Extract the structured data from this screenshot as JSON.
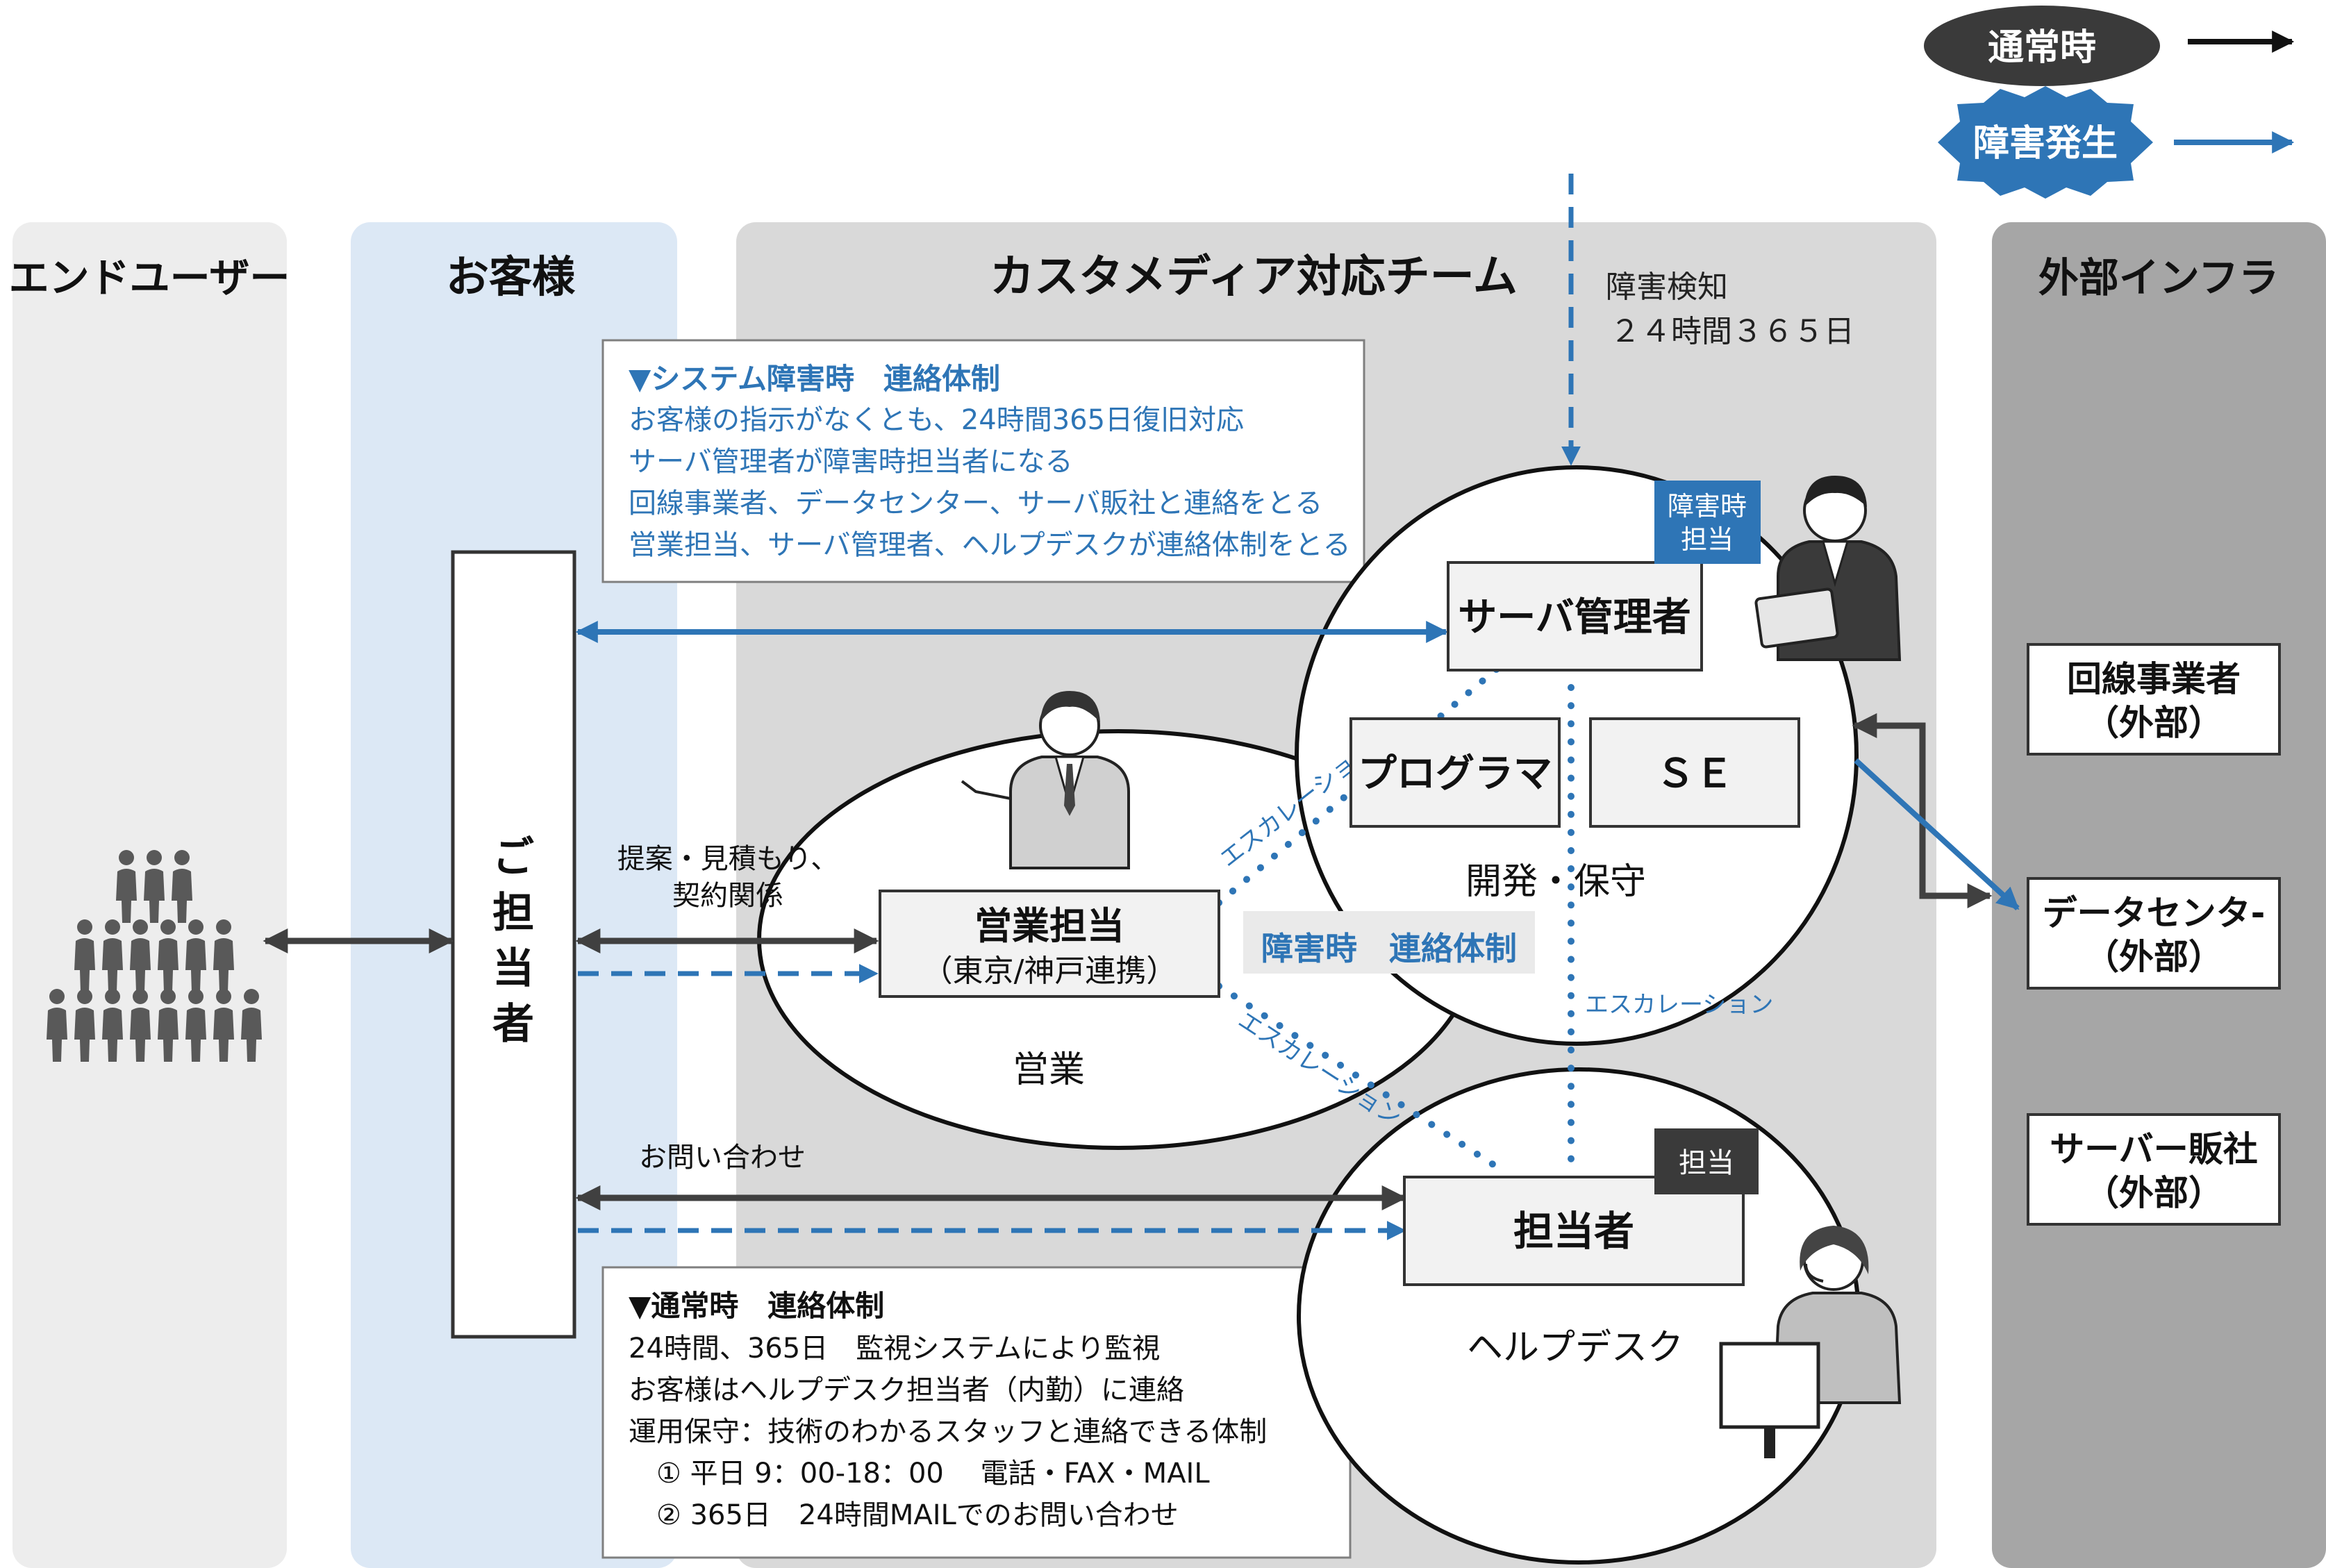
{
  "legend": {
    "normal": "通常時",
    "failure": "障害発生",
    "normal_color": "#111111",
    "failure_color": "#2e75b6"
  },
  "columns": {
    "end_user": "エンドユーザー",
    "customer": "お客様",
    "team": "カスタメディア対応チーム",
    "external": "外部インフラ"
  },
  "detection": {
    "line1": "障害検知",
    "line2": "２４時間３６５日"
  },
  "failure_box": {
    "title": "▼システム障害時　連絡体制",
    "lines": [
      "お客様の指示がなくとも、24時間365日復旧対応",
      "サーバ管理者が障害時担当者になる",
      "回線事業者、データセンター、サーバ販社と連絡をとる",
      "営業担当、サーバ管理者、ヘルプデスクが連絡体制をとる"
    ]
  },
  "normal_box": {
    "title": "▼通常時　連絡体制",
    "lines": [
      "24時間、365日　監視システムにより監視",
      "お客様はヘルプデスク担当者（内勤）に連絡",
      "運用保守：技術のわかるスタッフと連絡できる体制",
      "　① 平日 9：00-18：00　 電話・FAX・MAIL",
      "　② 365日　24時間MAILでのお問い合わせ"
    ]
  },
  "customer_contact": [
    "ご",
    "担",
    "当",
    "者"
  ],
  "sales": {
    "box_title": "営業担当",
    "box_sub": "（東京/神戸連携）",
    "circle_label": "営業",
    "relation_line1": "提案・見積もり、",
    "relation_line2": "契約関係"
  },
  "dev": {
    "admin": "サーバ管理者",
    "badge_line1": "障害時",
    "badge_line2": "担当",
    "programmer": "プログラマ",
    "se": "ＳＥ",
    "circle_label": "開発・保守"
  },
  "helpdesk": {
    "person": "担当者",
    "badge": "担当",
    "circle_label": "ヘルプデスク",
    "inquiry": "お問い合わせ"
  },
  "failure_contact": "障害時　連絡体制",
  "escalation": "エスカレーション",
  "external_items": [
    {
      "line1": "回線事業者",
      "line2": "（外部）"
    },
    {
      "line1": "データセンタ-",
      "line2": "（外部）"
    },
    {
      "line1": "サーバー販社",
      "line2": "（外部）"
    }
  ]
}
